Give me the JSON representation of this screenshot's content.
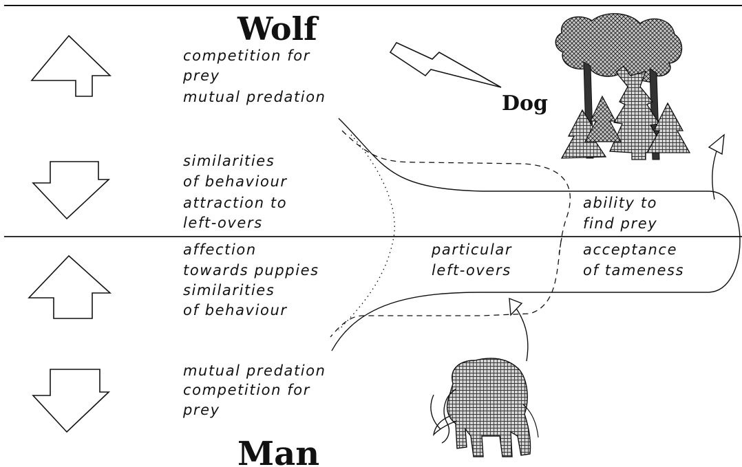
{
  "title_top": "Wolf",
  "title_bottom": "Man",
  "dog_label": "Dog",
  "wolf_up_lines": [
    "competition for",
    "prey",
    "mutual predation"
  ],
  "wolf_down_lines": [
    "similarities",
    "of behaviour",
    "attraction to",
    "left-overs"
  ],
  "man_up_lines": [
    "affection",
    "towards puppies",
    "similarities",
    "of behaviour"
  ],
  "man_down_lines": [
    "mutual predation",
    "competition for",
    "prey"
  ],
  "middle_lines": [
    "particular",
    "left-overs"
  ],
  "right_upper_lines": [
    "ability to",
    "find prey"
  ],
  "right_lower_lines": [
    "acceptance",
    "of tameness"
  ],
  "colors": {
    "ink": "#111111",
    "background": "#ffffff",
    "tree_fill": "#9a9a9a",
    "mammoth_fill": "#a5a5a5"
  },
  "icons": [
    "arrow-up-icon",
    "arrow-down-icon",
    "forest-icon",
    "mammoth-icon"
  ]
}
